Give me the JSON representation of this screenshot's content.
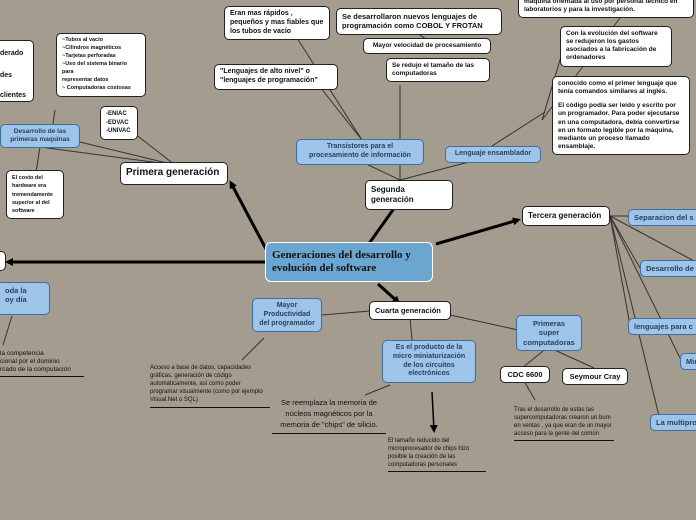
{
  "central": {
    "line1": "Generaciones del desarrollo y",
    "line2": "evolución del software"
  },
  "primera": {
    "title": "Primera generación",
    "desarrollo": "Desarrollo de las primeras maquinas",
    "derado": "derado",
    "des": "des",
    "clientes": "clientes",
    "list": [
      "~Tubos al vacío",
      "~Cilindros magnéticos",
      "~Tarjetas perforadas",
      "~Uso del sistema binario para",
      "  representar datos",
      "~ Computadoras costosas"
    ],
    "machines": [
      "-ENIAC",
      "-EDVAC",
      "-UNIVAC"
    ],
    "costo": "El costo del hardware era tremendamente superior al del software"
  },
  "segunda": {
    "title": "Segunda generación",
    "transistores": "Transistores para el procesamiento de información",
    "rapidos": "Eran mas rápidos , pequeños y mas fiables que los tubos de vacío",
    "alto_nivel": "\"Lenguajes de alto nivel\" o \"lenguajes de programación\"",
    "cobol": "Se desarrollaron nuevos lenguajes de programación como COBOL Y FROTAN",
    "velocidad": "Mayor velocidad de procesamiento",
    "tamano": "Se redujo el tamaño de las computadoras",
    "ensamblador": "Lenguaje ensamblador",
    "evolucion": "Con la evolución del software se redujeron los gastos asociados a la fabricación de ordenadores",
    "maquina": "máquina orientada al uso por personal técnico en laboratorios y para la investigación.",
    "conocido_p1": "conocido como el primer lenguaje que tenía comandos similares al inglés.",
    "conocido_p2": "El código podía ser leído y escrito por un programador. Para poder ejecutarse en una computadora, debía convertirse en un formato legible por la máquina, mediante un proceso llamado ensamblaje."
  },
  "tercera": {
    "title": "Tercera generación",
    "separacion": "Separacion del s",
    "desarrollo": "Desarrollo de",
    "lenguajes": "lenguajes para c",
    "mini": "Mini",
    "multi": "La multipro"
  },
  "cuarta": {
    "title": "Cuarta generación",
    "productividad": "Mayor Productividad del programador",
    "acceso": "Acceso a base de datos, capacidades gráficas, generación de código automáticamente, así como poder programar visualmente (como por ejemplo Visual.Net o SQL)",
    "producto": "Es el producto de la micro miniaturización de los circuitos electrónicos",
    "reemplaza": "Se reemplaza la memoria de núcleos magnéticos por la memoria de \"chips\" de silicio.",
    "tamano": "El tamaño reducido del microprocesador de chips hizo posible la creación de las computadoras personales",
    "super": "Primeras super computadoras",
    "cdc": "CDC 6600",
    "seymour": "Seymour Cray",
    "tras": "Tras el desarrollo de estas las supercomputadoras crearon un bum en ventas , ya que eran de un mayor acceso para la gente del común"
  },
  "left": {
    "quinta": "",
    "toda": "oda la",
    "dia": "oy día",
    "competencia": "la competencia\ncional por el dominio\nrcado de la computación"
  }
}
